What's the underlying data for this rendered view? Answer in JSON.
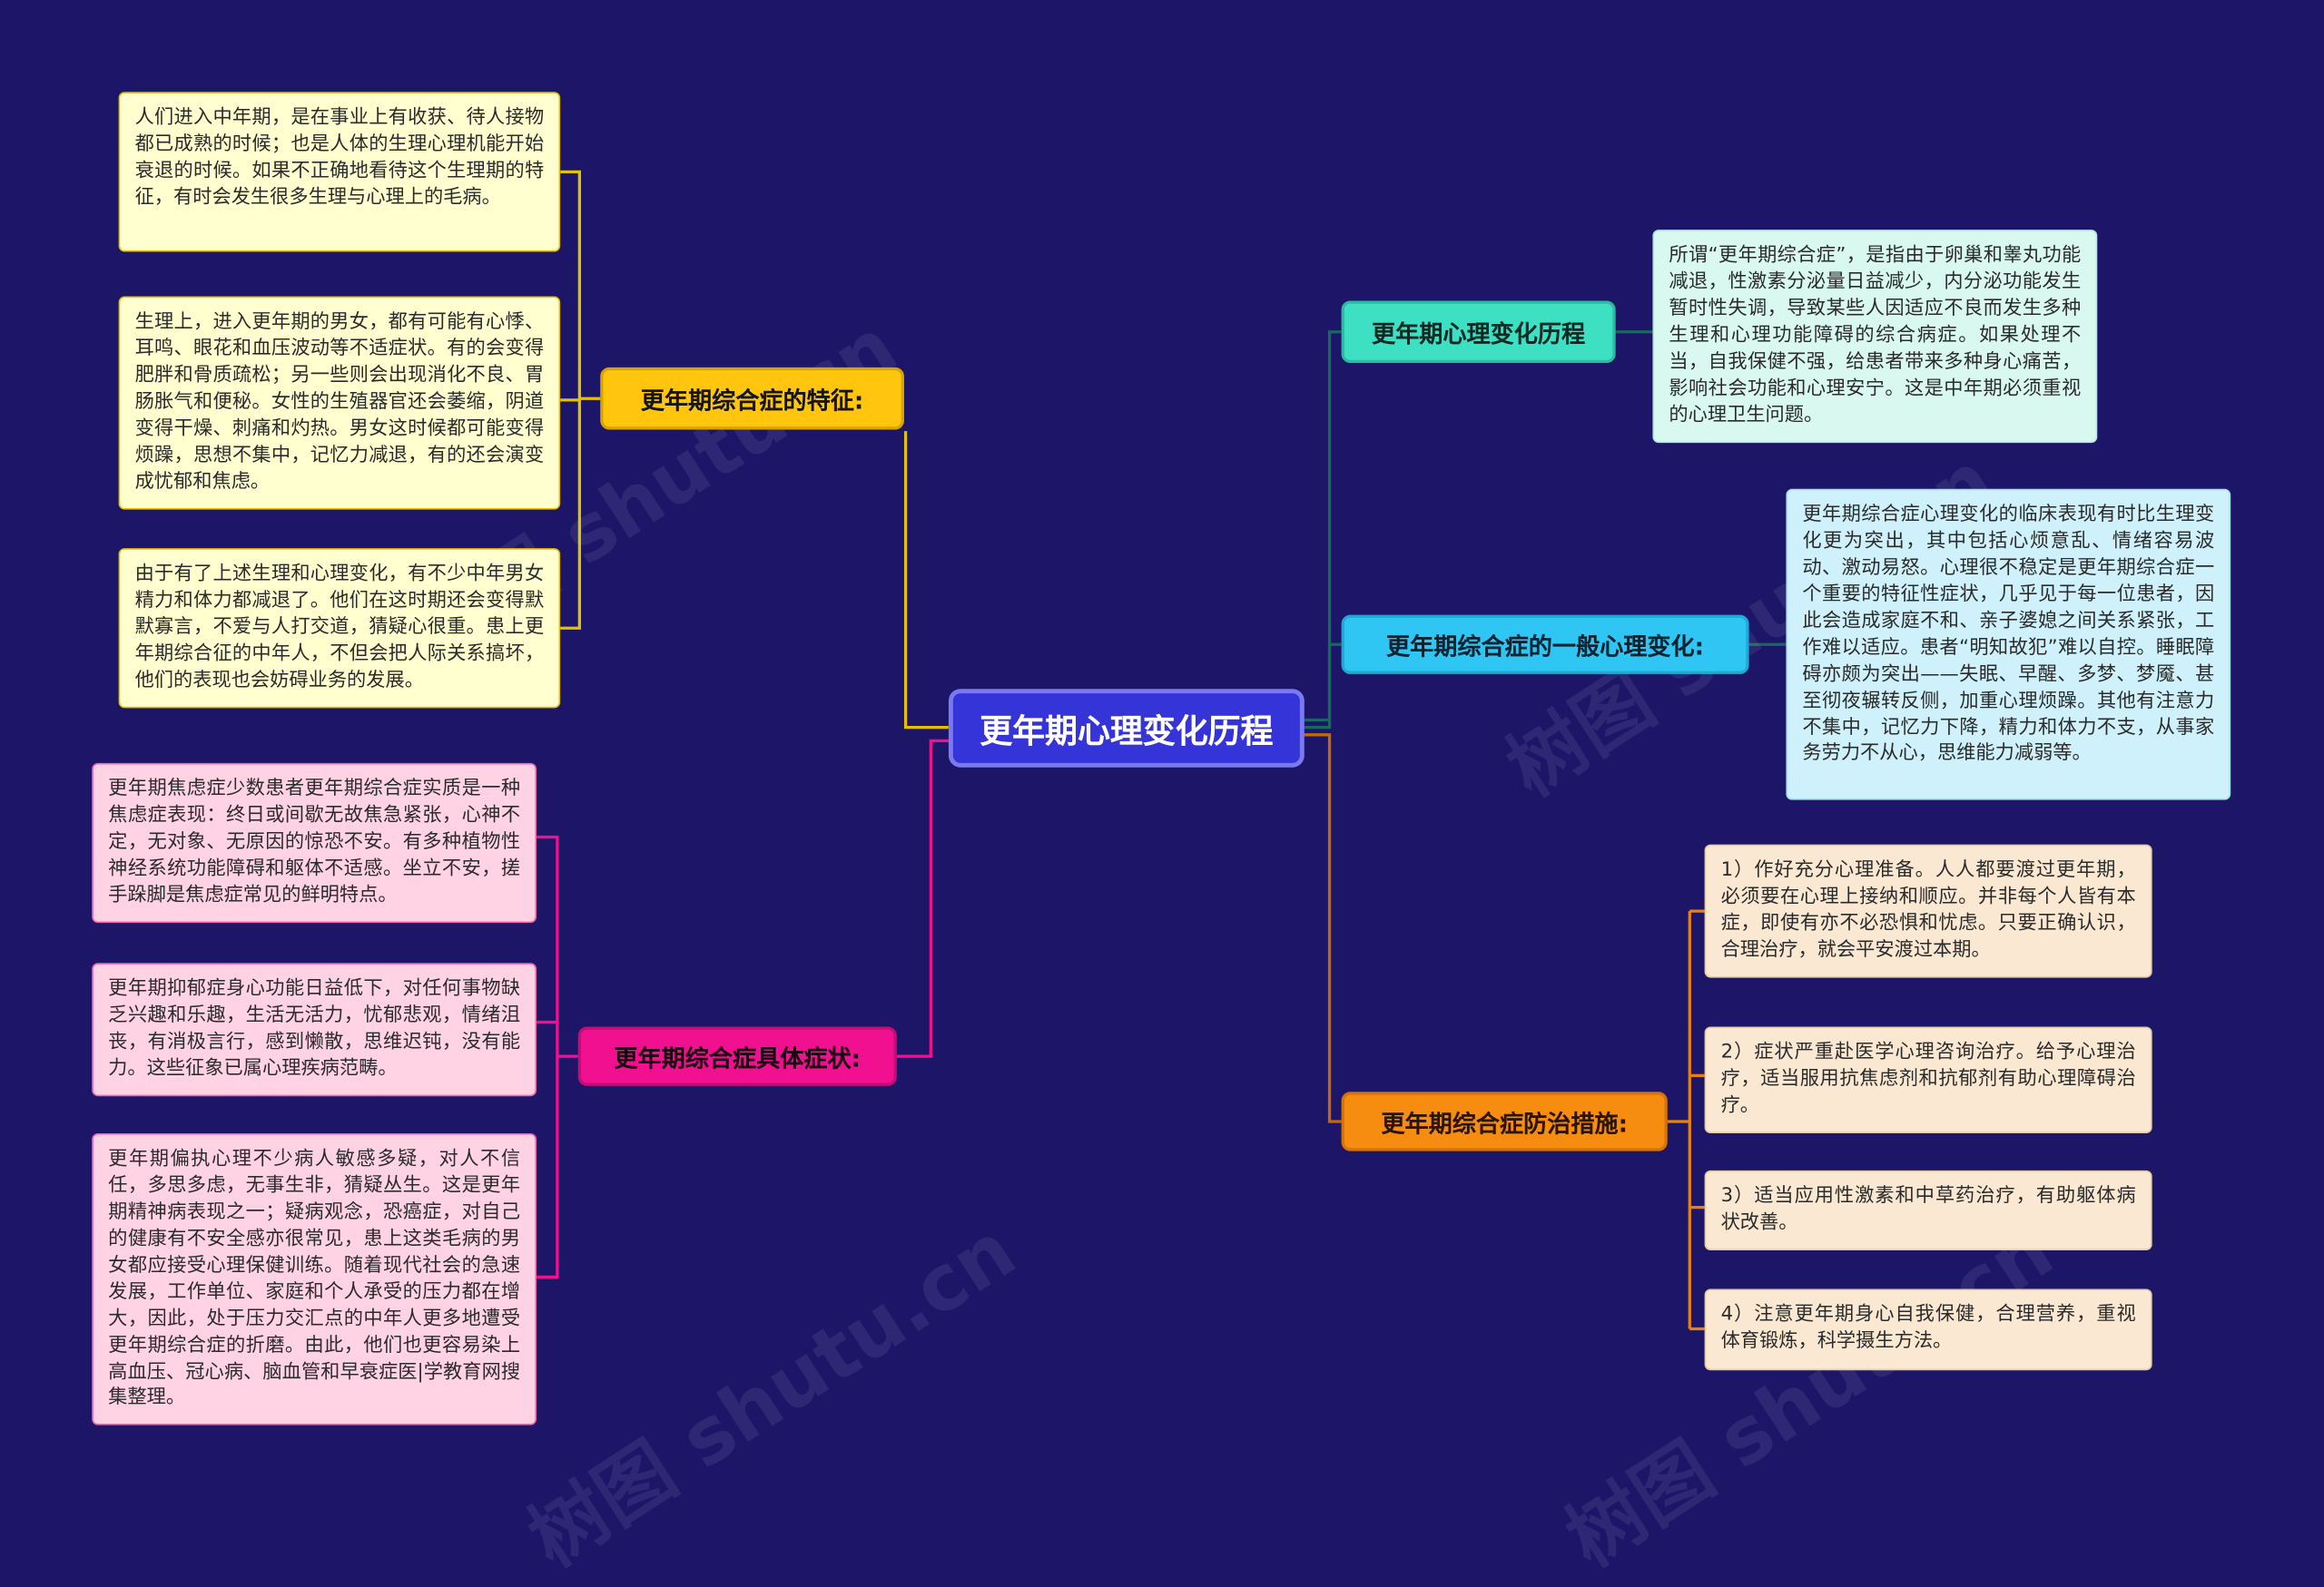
{
  "app": {
    "watermark": "树图 shutu.cn"
  },
  "colors": {
    "background": "#1d1668",
    "center_node": "#3534D9",
    "branch_features": "#FFC60D",
    "branch_symptoms": "#F01090",
    "branch_process": "#3EE0C4",
    "branch_general": "#30C6F4",
    "branch_prevention": "#F68C10",
    "note_yellow": "#FFFFCF",
    "note_pink": "#FFD2E4",
    "note_mint": "#D9F8EF",
    "note_lightblue": "#CEF1FB",
    "note_lightorange": "#FAE8D2"
  },
  "mindmap": {
    "root": "更年期心理变化历程",
    "branches": [
      {
        "id": "features",
        "topic": "更年期综合症的特征:",
        "side": "left",
        "notes": [
          "人们进入中年期，是在事业上有收获、待人接物都已成熟的时候；也是人体的生理心理机能开始衰退的时候。如果不正确地看待这个生理期的特征，有时会发生很多生理与心理上的毛病。",
          "生理上，进入更年期的男女，都有可能有心悸、耳鸣、眼花和血压波动等不适症状。有的会变得肥胖和骨质疏松；另一些则会出现消化不良、胃肠胀气和便秘。女性的生殖器官还会萎缩，阴道变得干燥、刺痛和灼热。男女这时候都可能变得烦躁，思想不集中，记忆力减退，有的还会演变成忧郁和焦虑。",
          "由于有了上述生理和心理变化，有不少中年男女精力和体力都减退了。他们在这时期还会变得默默寡言，不爱与人打交道，猜疑心很重。患上更年期综合征的中年人，不但会把人际关系搞坏，他们的表现也会妨碍业务的发展。"
        ]
      },
      {
        "id": "symptoms",
        "topic": "更年期综合症具体症状:",
        "side": "left",
        "notes": [
          "更年期焦虑症少数患者更年期综合症实质是一种焦虑症表现：终日或间歇无故焦急紧张，心神不定，无对象、无原因的惊恐不安。有多种植物性神经系统功能障碍和躯体不适感。坐立不安，搓手跺脚是焦虑症常见的鲜明特点。",
          "更年期抑郁症身心功能日益低下，对任何事物缺乏兴趣和乐趣，生活无活力，忧郁悲观，情绪沮丧，有消极言行，感到懒散，思维迟钝，没有能力。这些征象已属心理疾病范畴。",
          "更年期偏执心理不少病人敏感多疑，对人不信任，多思多虑，无事生非，猜疑丛生。这是更年期精神病表现之一；疑病观念，恐癌症，对自己的健康有不安全感亦很常见，患上这类毛病的男女都应接受心理保健训练。随着现代社会的急速发展，工作单位、家庭和个人承受的压力都在增大，因此，处于压力交汇点的中年人更多地遭受更年期综合症的折磨。由此，他们也更容易染上高血压、冠心病、脑血管和早衰症医|学教育网搜集整理。"
        ]
      },
      {
        "id": "process",
        "topic": "更年期心理变化历程",
        "side": "right",
        "notes": [
          "所谓“更年期综合症”，是指由于卵巢和睾丸功能减退，性激素分泌量日益减少，内分泌功能发生暂时性失调，导致某些人因适应不良而发生多种生理和心理功能障碍的综合病症。如果处理不当，自我保健不强，给患者带来多种身心痛苦，影响社会功能和心理安宁。这是中年期必须重视的心理卫生问题。"
        ]
      },
      {
        "id": "general",
        "topic": "更年期综合症的一般心理变化:",
        "side": "right",
        "notes": [
          "更年期综合症心理变化的临床表现有时比生理变化更为突出，其中包括心烦意乱、情绪容易波动、激动易怒。心理很不稳定是更年期综合症一个重要的特征性症状，几乎见于每一位患者，因此会造成家庭不和、亲子婆媳之间关系紧张，工作难以适应。患者“明知故犯”难以自控。睡眠障碍亦颇为突出——失眠、早醒、多梦、梦魇、甚至彻夜辗转反侧，加重心理烦躁。其他有注意力不集中，记忆力下降，精力和体力不支，从事家务劳力不从心，思维能力减弱等。"
        ]
      },
      {
        "id": "prevention",
        "topic": "更年期综合症防治措施:",
        "side": "right",
        "notes": [
          "1）作好充分心理准备。人人都要渡过更年期，必须要在心理上接纳和顺应。并非每个人皆有本症，即使有亦不必恐惧和忧虑。只要正确认识，合理治疗，就会平安渡过本期。",
          "2）症状严重赴医学心理咨询治疗。给予心理治疗，适当服用抗焦虑剂和抗郁剂有助心理障碍治疗。",
          "3）适当应用性激素和中草药治疗，有助躯体病状改善。",
          "4）注意更年期身心自我保健，合理营养，重视体育锻炼，科学摄生方法。"
        ]
      }
    ]
  }
}
